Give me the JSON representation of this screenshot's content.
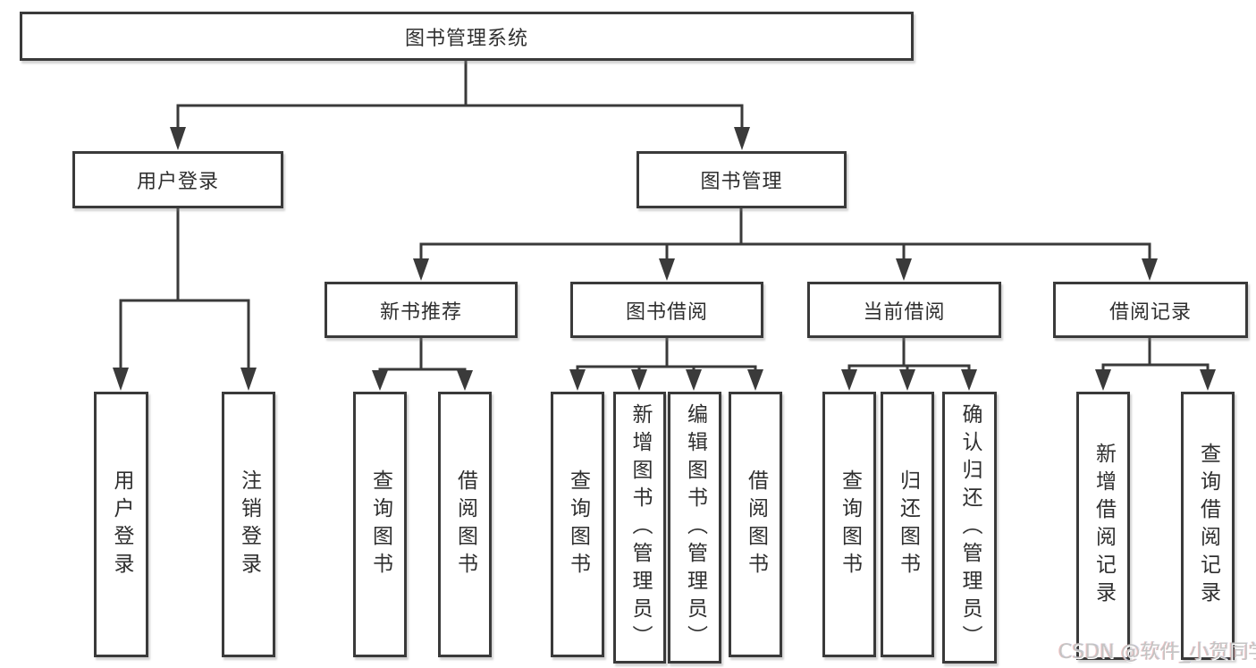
{
  "tree": {
    "root": {
      "label": "图书管理系统"
    },
    "branches": [
      {
        "label": "用户登录",
        "children": [
          {
            "label": "用户登录"
          },
          {
            "label": "注销登录"
          }
        ]
      },
      {
        "label": "图书管理",
        "children": [
          {
            "label": "新书推荐",
            "children": [
              {
                "label": "查询图书"
              },
              {
                "label": "借阅图书"
              }
            ]
          },
          {
            "label": "图书借阅",
            "children": [
              {
                "label": "查询图书"
              },
              {
                "label": "新增图书（管理员）"
              },
              {
                "label": "编辑图书（管理员）"
              },
              {
                "label": "借阅图书"
              }
            ]
          },
          {
            "label": "当前借阅",
            "children": [
              {
                "label": "查询图书"
              },
              {
                "label": "归还图书"
              },
              {
                "label": "确认归还（管理员）"
              }
            ]
          },
          {
            "label": "借阅记录",
            "children": [
              {
                "label": "新增借阅记录"
              },
              {
                "label": "查询借阅记录"
              }
            ]
          }
        ]
      }
    ]
  },
  "watermark": {
    "text": "CSDN @软件_小贺同学"
  },
  "colors": {
    "line": "#3a3a3a",
    "text": "#2f2f2f",
    "watermark": "#c4c4c4"
  }
}
